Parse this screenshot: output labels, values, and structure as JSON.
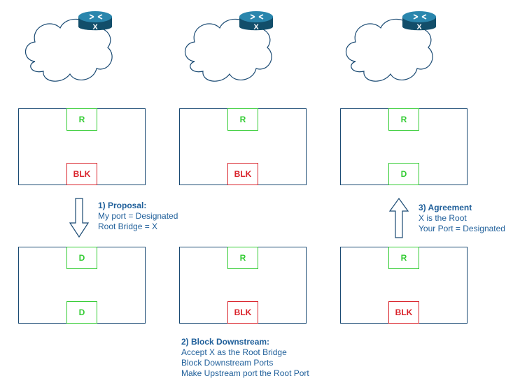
{
  "routers": [
    {
      "label": "X"
    },
    {
      "label": "X"
    },
    {
      "label": "X"
    }
  ],
  "switches": {
    "s1_top": {
      "upper": "R",
      "lower": "BLK"
    },
    "s2_top": {
      "upper": "R",
      "lower": "BLK"
    },
    "s3_top": {
      "upper": "R",
      "lower": "D"
    },
    "s1_bottom": {
      "upper": "D",
      "lower": "D"
    },
    "s2_bottom": {
      "upper": "R",
      "lower": "BLK"
    },
    "s3_bottom": {
      "upper": "R",
      "lower": "BLK"
    }
  },
  "proposal": {
    "title": "1) Proposal:",
    "lines": [
      "My port = Designated",
      "Root Bridge = X"
    ]
  },
  "block": {
    "title": "2) Block Downstream:",
    "lines": [
      "Accept X as the Root Bridge",
      "Block Downstream Ports",
      "Make Upstream port the Root Port"
    ]
  },
  "agreement": {
    "title": "3) Agreement",
    "lines": [
      "X is the Root",
      "Your Port = Designated"
    ]
  },
  "colors": {
    "box_border": "#1a4a73",
    "root_port": "#33cc33",
    "blocked_port": "#d9222a",
    "text": "#1f5f9a",
    "router_body": "#1d6f91"
  },
  "icons": [
    "cloud-icon",
    "router-icon",
    "arrow-down-icon",
    "arrow-up-icon"
  ]
}
